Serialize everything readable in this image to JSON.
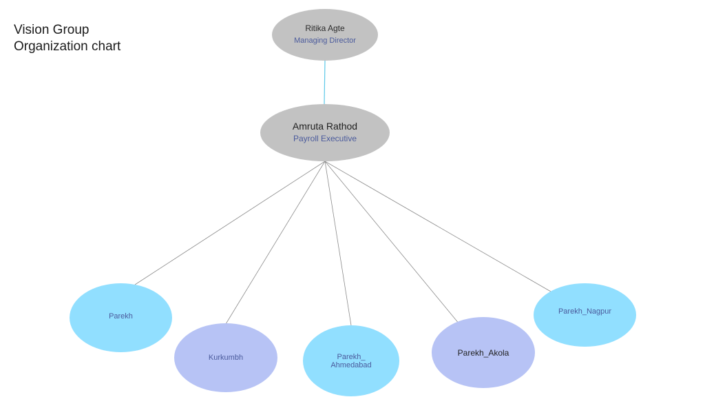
{
  "title": {
    "line1": "Vision Group",
    "line2": "Organization chart"
  },
  "nodes": {
    "top": {
      "name": "Ritika Agte",
      "role": "Managing Director",
      "color": "#c2c2c2"
    },
    "middle": {
      "name": "Amruta Rathod",
      "role": "Payroll Executive",
      "color": "#c2c2c2"
    },
    "leaves": [
      {
        "name": "Parekh",
        "color": "#91dfff"
      },
      {
        "name": "Kurkumbh",
        "color": "#b7c3f5"
      },
      {
        "name": "Parekh_ Ahmedabad",
        "color": "#91dfff"
      },
      {
        "name": "Parekh_Akola",
        "color": "#b7c3f5"
      },
      {
        "name": "Parekh_Nagpur",
        "color": "#91dfff"
      }
    ]
  },
  "colors": {
    "top_connector": "#5bc8e8",
    "child_connectors": "#8a8a8a"
  }
}
